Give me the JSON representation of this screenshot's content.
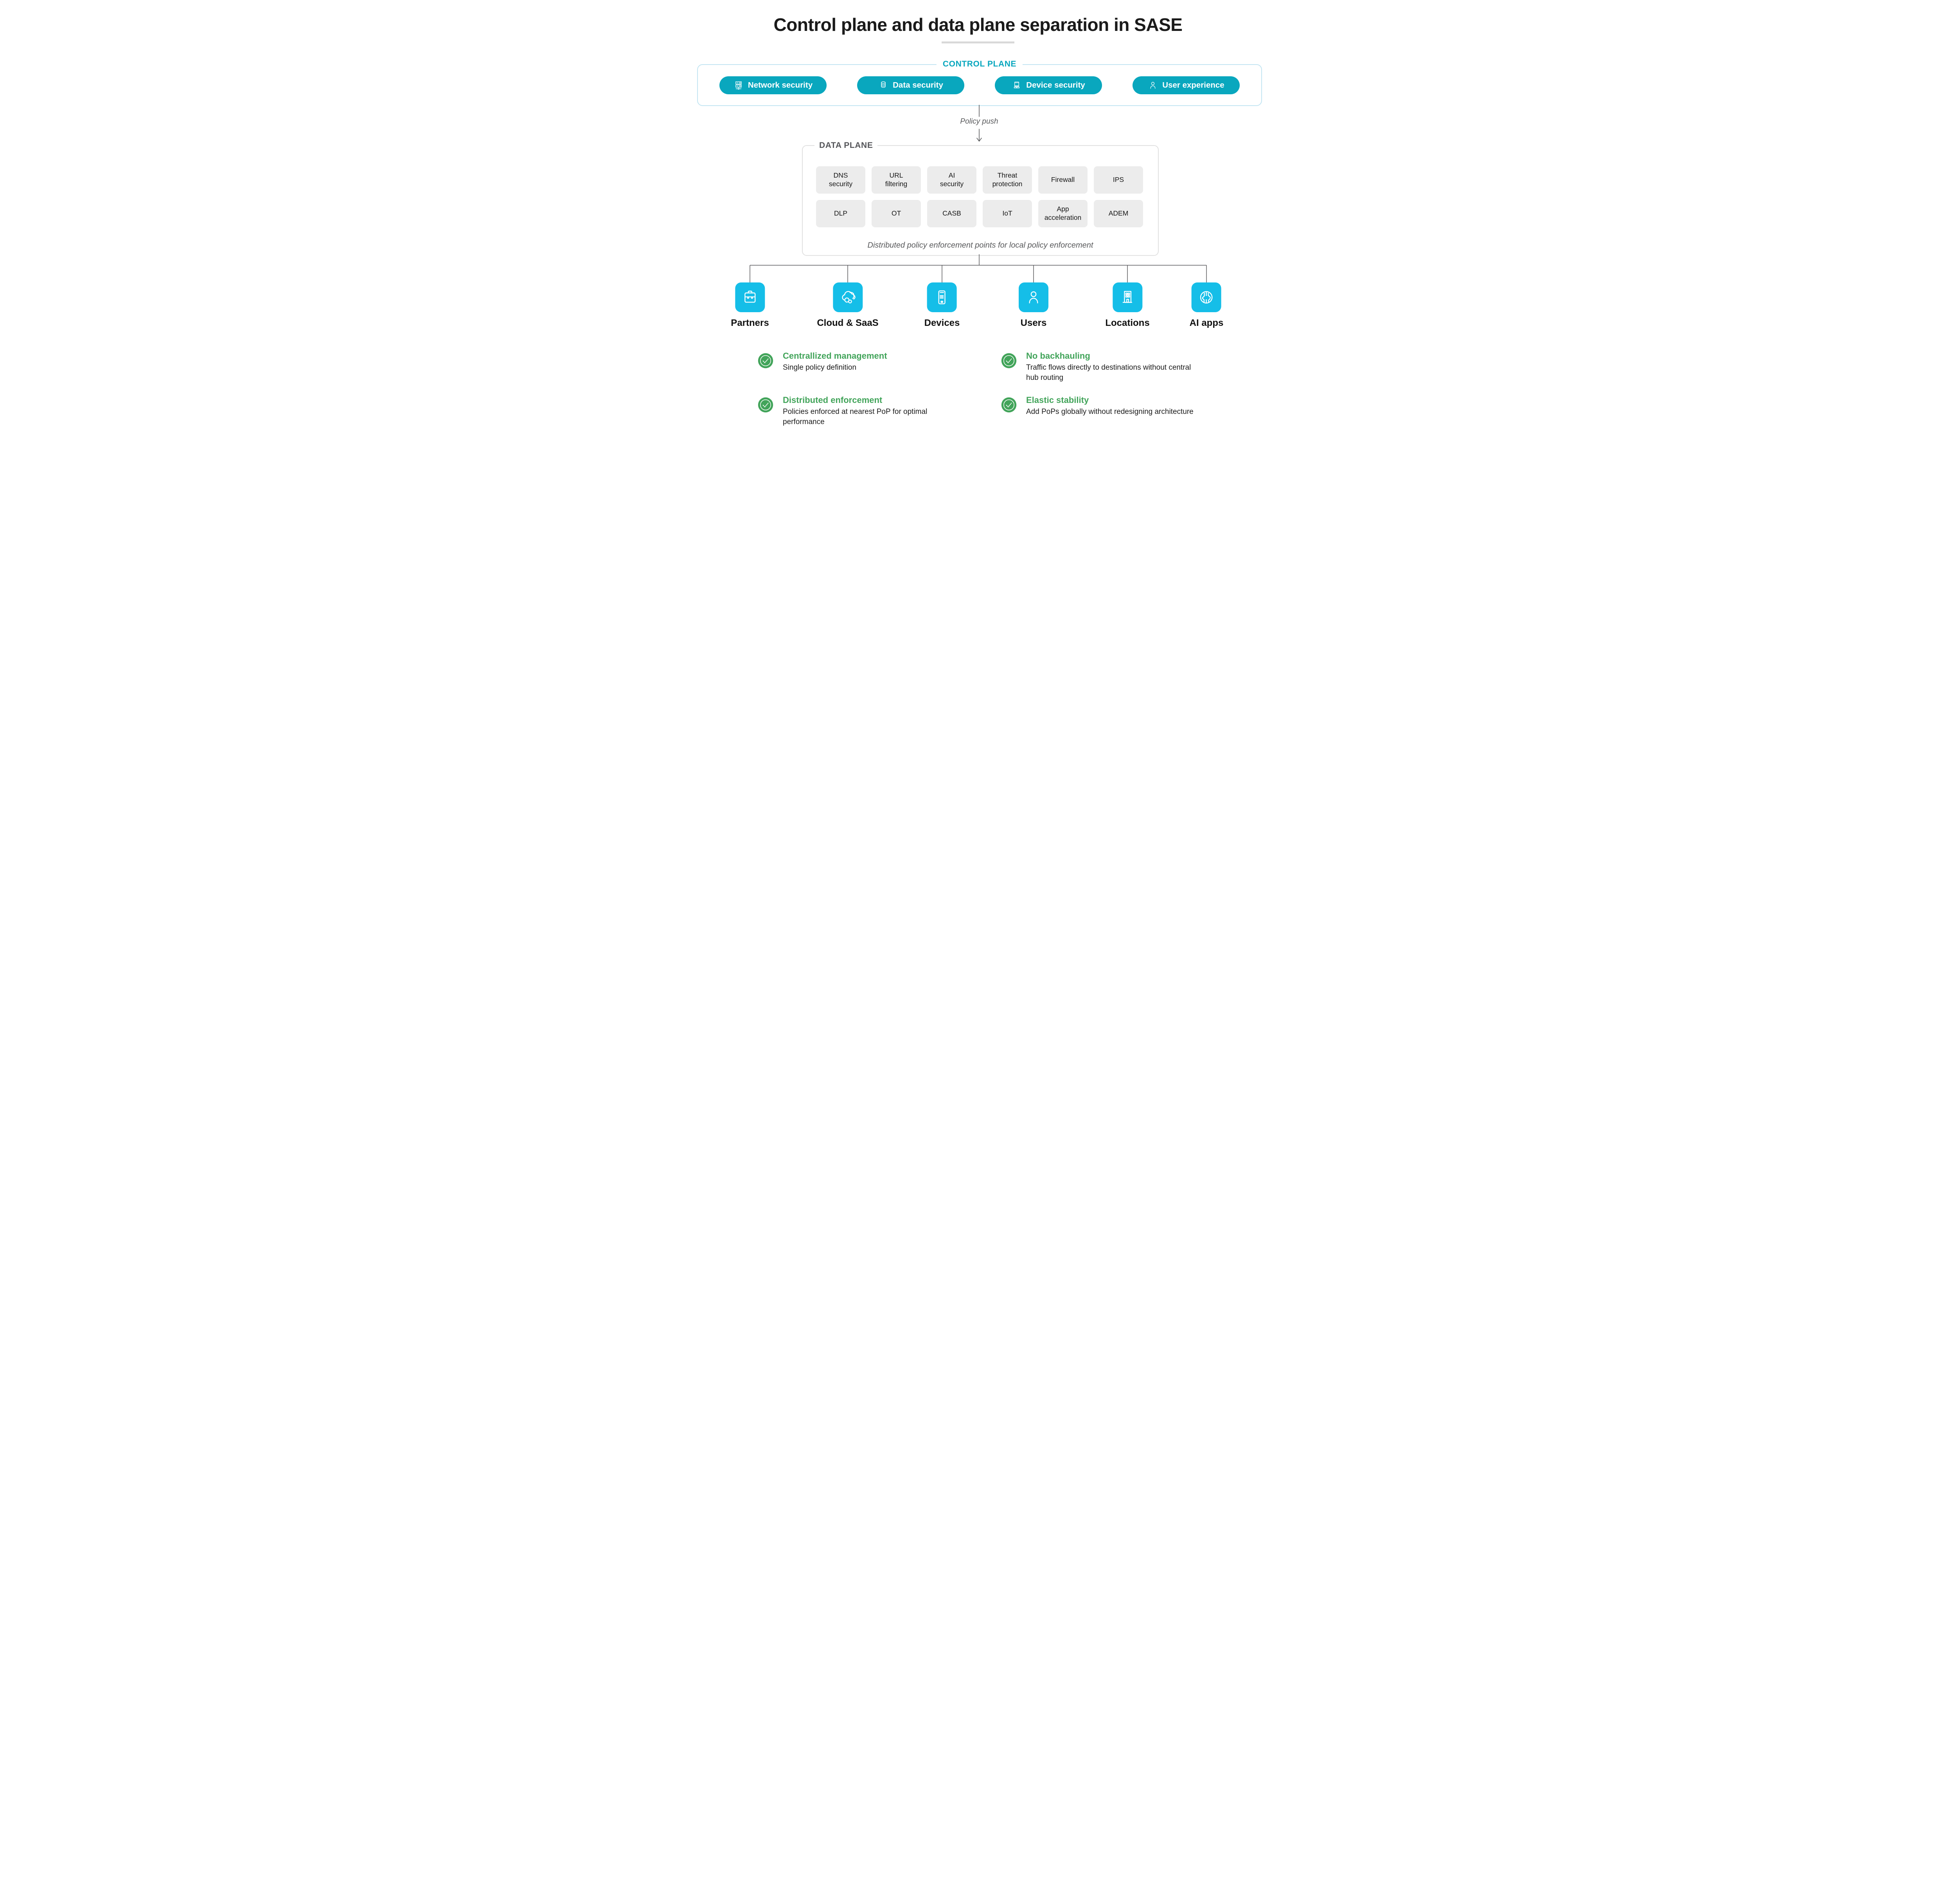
{
  "title": "Control plane and data plane separation in SASE",
  "control_plane": {
    "label": "CONTROL PLANE",
    "pills": [
      {
        "label": "Network security",
        "icon": "network-servers-icon"
      },
      {
        "label": "Data security",
        "icon": "database-icon"
      },
      {
        "label": "Device security",
        "icon": "laptop-icon"
      },
      {
        "label": "User experience",
        "icon": "person-icon"
      }
    ]
  },
  "policy_push_label": "Policy push",
  "data_plane": {
    "label": "DATA PLANE",
    "cells": [
      "DNS\nsecurity",
      "URL\nfiltering",
      "AI\nsecurity",
      "Threat\nprotection",
      "Firewall",
      "IPS",
      "DLP",
      "OT",
      "CASB",
      "IoT",
      "App\nacceleration",
      "ADEM"
    ],
    "caption": "Distributed policy enforcement points for local policy enforcement"
  },
  "endpoints": [
    {
      "label": "Partners",
      "icon": "briefcase-icon"
    },
    {
      "label": "Cloud & SaaS",
      "icon": "cloud-gears-icon"
    },
    {
      "label": "Devices",
      "icon": "smartphone-icon"
    },
    {
      "label": "Users",
      "icon": "person-icon"
    },
    {
      "label": "Locations",
      "icon": "building-icon"
    },
    {
      "label": "AI apps",
      "icon": "ai-circuit-icon"
    }
  ],
  "benefits": [
    {
      "heading": "Centrallized management",
      "body": "Single policy definition"
    },
    {
      "heading": "Distributed enforcement",
      "body": "Policies enforced at nearest PoP for optimal performance"
    },
    {
      "heading": "No backhauling",
      "body": "Traffic flows directly to destinations without central hub routing"
    },
    {
      "heading": "Elastic stability",
      "body": "Add PoPs globally without redesigning architecture"
    }
  ],
  "colors": {
    "teal_pill": "#09a7be",
    "cyan_tile": "#15bee8",
    "green_accent": "#42a45a",
    "control_box_border": "#c3e5f2",
    "data_box_border": "#e1e1e1",
    "cell_gray": "#ececec",
    "line_gray": "#58595b",
    "text_dark": "#1a1a1a"
  }
}
